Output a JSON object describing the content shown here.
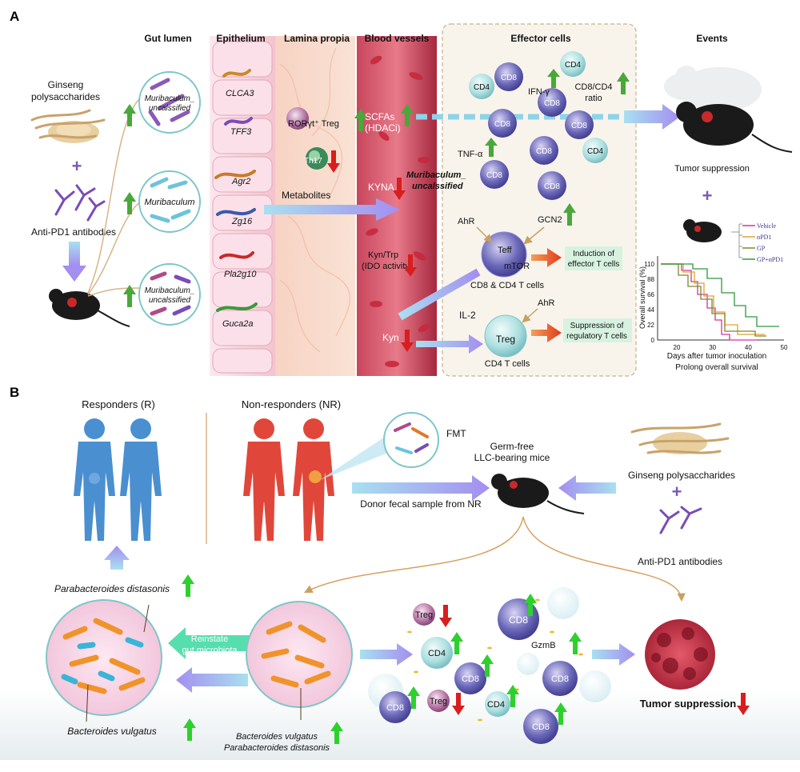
{
  "panel_a": {
    "letter": "A",
    "headers": {
      "gut_lumen": "Gut lumen",
      "epithelium": "Epithelium",
      "lamina_propria": "Lamina propia",
      "blood_vessels": "Blood vessels",
      "effector_cells": "Effector cells",
      "events": "Events"
    },
    "ginseng_label_1": "Ginseng",
    "ginseng_label_2": "polysaccharides",
    "plus": "+",
    "anti_pd1": "Anti-PD1 antibodies",
    "bacteria": {
      "top_1": "Muribaculum_",
      "top_2": "uncalssified",
      "mid": "Muribaculum",
      "bot_1": "Muribaculum_",
      "bot_2": "uncalssified"
    },
    "genes": [
      "CLCA3",
      "TFF3",
      "Agr2",
      "Zg16",
      "Pla2g10",
      "Guca2a"
    ],
    "lamina": {
      "treg": "RORγt⁺ Treg",
      "th17": "Th17",
      "metabolites": "Metabolites"
    },
    "blood": {
      "scfas": "SCFAs",
      "hdaci": "(HDACi)",
      "kyna": "KYNA",
      "murib_1": "Muribaculum_",
      "murib_2": "uncalssified",
      "kyn_trp": "Kyn/Trp",
      "ido": "(IDO activity)",
      "kyn": "Kyn"
    },
    "effector": {
      "cd8": "CD8",
      "cd4": "CD4",
      "ifn": "IFN-γ",
      "ratio_1": "CD8/CD4",
      "ratio_2": "ratio",
      "tnf": "TNF-α",
      "ahr": "AhR",
      "gcn2": "GCN2",
      "teff": "Teff",
      "mtor": "mTOR",
      "induction_1": "Induction of",
      "induction_2": "effector T cells",
      "cd8cd4_t": "CD8 & CD4 T cells",
      "il2": "IL-2",
      "ahr2": "AhR",
      "treg": "Treg",
      "suppression_1": "Suppression of",
      "suppression_2": "regulatory T cells",
      "cd4_t": "CD4 T cells"
    },
    "events": {
      "tumor_suppression": "Tumor suppression",
      "plus": "+"
    },
    "survival": {
      "legend": [
        "Vehicle",
        "αPD1",
        "GP",
        "GP+αPD1"
      ],
      "y_label": "Overall survival (%)",
      "x_label": "Days after tumor inoculation",
      "caption": "Prolong overall survival",
      "y_ticks": [
        "110",
        "88",
        "66",
        "44",
        "22",
        "0"
      ],
      "x_ticks": [
        "20",
        "30",
        "40",
        "50"
      ]
    },
    "colors": {
      "vehicle": "#d6339b",
      "apd1": "#e0a030",
      "gp": "#7a8a2a",
      "gp_apd1": "#2a9a3a"
    }
  },
  "panel_b": {
    "letter": "B",
    "responders": "Responders (R)",
    "non_responders": "Non-responders (NR)",
    "fmt": "FMT",
    "germ_free_1": "Germ-free",
    "germ_free_2": "LLC-bearing mice",
    "donor": "Donor fecal sample from NR",
    "ginseng": "Ginseng polysaccharides",
    "plus": "+",
    "anti_pd1": "Anti-PD1 antibodies",
    "parabacteroides": "Parabacteroides distasonis",
    "reinstate_1": "Reinstate",
    "reinstate_2": "gut microbiota",
    "bacteroides": "Bacteroides vulgatus",
    "bot_1": "Bacteroides vulgatus",
    "bot_2": "Parabacteroides distasonis",
    "cells": {
      "treg": "Treg",
      "cd4": "CD4",
      "cd8": "CD8",
      "gzmb": "GzmB"
    },
    "tumor_suppression": "Tumor suppression"
  }
}
